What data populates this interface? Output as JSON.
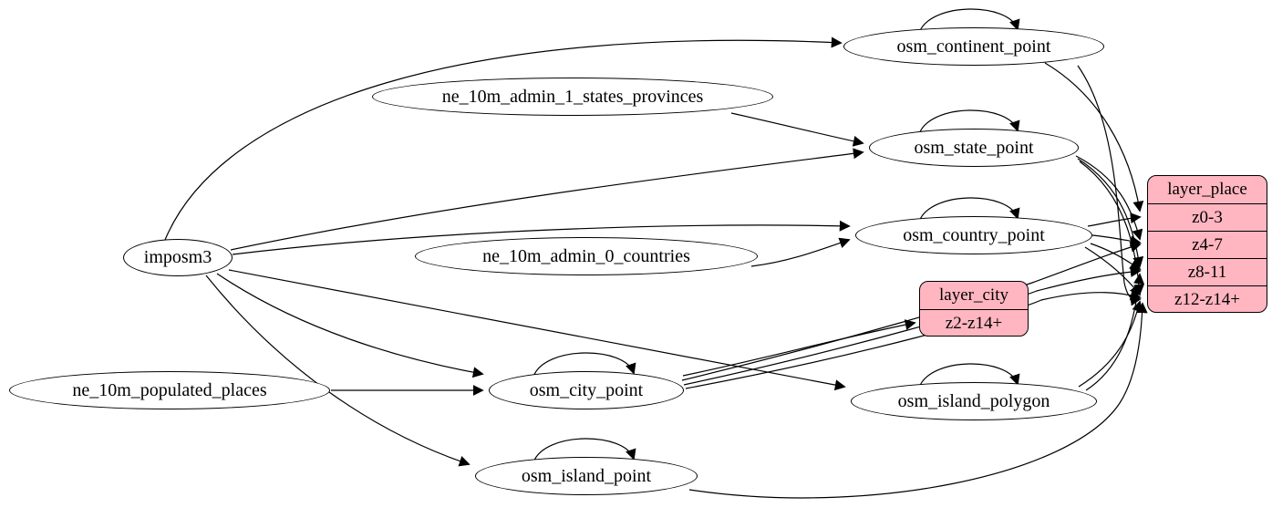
{
  "diagram": {
    "colors": {
      "background": "#ffffff",
      "edge": "#000000",
      "table_fill": "#ffffff",
      "layer_fill": "#ffb6c1",
      "text": "#000000"
    },
    "nodes": {
      "imposm3": {
        "label": "imposm3"
      },
      "ne_10m_admin_1_states_provinces": {
        "label": "ne_10m_admin_1_states_provinces"
      },
      "ne_10m_admin_0_countries": {
        "label": "ne_10m_admin_0_countries"
      },
      "ne_10m_populated_places": {
        "label": "ne_10m_populated_places"
      },
      "osm_continent_point": {
        "label": "osm_continent_point"
      },
      "osm_state_point": {
        "label": "osm_state_point"
      },
      "osm_country_point": {
        "label": "osm_country_point"
      },
      "osm_city_point": {
        "label": "osm_city_point"
      },
      "osm_island_polygon": {
        "label": "osm_island_polygon"
      },
      "osm_island_point": {
        "label": "osm_island_point"
      }
    },
    "records": {
      "layer_city": {
        "title": "layer_city",
        "rows": [
          "z2-z14+"
        ]
      },
      "layer_place": {
        "title": "layer_place",
        "rows": [
          "z0-3",
          "z4-7",
          "z8-11",
          "z12-z14+"
        ]
      }
    },
    "edges": [
      {
        "from": "imposm3",
        "to": "osm_continent_point"
      },
      {
        "from": "imposm3",
        "to": "osm_state_point"
      },
      {
        "from": "imposm3",
        "to": "osm_country_point"
      },
      {
        "from": "imposm3",
        "to": "osm_city_point"
      },
      {
        "from": "imposm3",
        "to": "osm_island_polygon"
      },
      {
        "from": "imposm3",
        "to": "osm_island_point"
      },
      {
        "from": "ne_10m_admin_1_states_provinces",
        "to": "osm_state_point"
      },
      {
        "from": "ne_10m_admin_0_countries",
        "to": "osm_country_point"
      },
      {
        "from": "ne_10m_populated_places",
        "to": "osm_city_point"
      },
      {
        "from": "osm_continent_point",
        "to": "osm_continent_point"
      },
      {
        "from": "osm_state_point",
        "to": "osm_state_point"
      },
      {
        "from": "osm_country_point",
        "to": "osm_country_point"
      },
      {
        "from": "osm_city_point",
        "to": "osm_city_point"
      },
      {
        "from": "osm_island_polygon",
        "to": "osm_island_polygon"
      },
      {
        "from": "osm_island_point",
        "to": "osm_island_point"
      },
      {
        "from": "osm_continent_point",
        "to": "layer_place.z0-3"
      },
      {
        "from": "osm_continent_point",
        "to": "layer_place.z12-z14+"
      },
      {
        "from": "osm_country_point",
        "to": "layer_place.z0-3"
      },
      {
        "from": "osm_country_point",
        "to": "layer_place.z4-7"
      },
      {
        "from": "osm_country_point",
        "to": "layer_place.z8-11"
      },
      {
        "from": "osm_country_point",
        "to": "layer_place.z12-z14+"
      },
      {
        "from": "osm_state_point",
        "to": "layer_place.z4-7"
      },
      {
        "from": "osm_state_point",
        "to": "layer_place.z8-11"
      },
      {
        "from": "osm_state_point",
        "to": "layer_place.z12-z14+"
      },
      {
        "from": "osm_city_point",
        "to": "layer_city.z2-z14+"
      },
      {
        "from": "osm_city_point",
        "to": "layer_place.z4-7"
      },
      {
        "from": "osm_city_point",
        "to": "layer_place.z8-11"
      },
      {
        "from": "osm_city_point",
        "to": "layer_place.z12-z14+"
      },
      {
        "from": "osm_island_polygon",
        "to": "layer_place.z8-11"
      },
      {
        "from": "osm_island_polygon",
        "to": "layer_place.z12-z14+"
      },
      {
        "from": "osm_island_point",
        "to": "layer_place.z12-z14+"
      }
    ]
  }
}
